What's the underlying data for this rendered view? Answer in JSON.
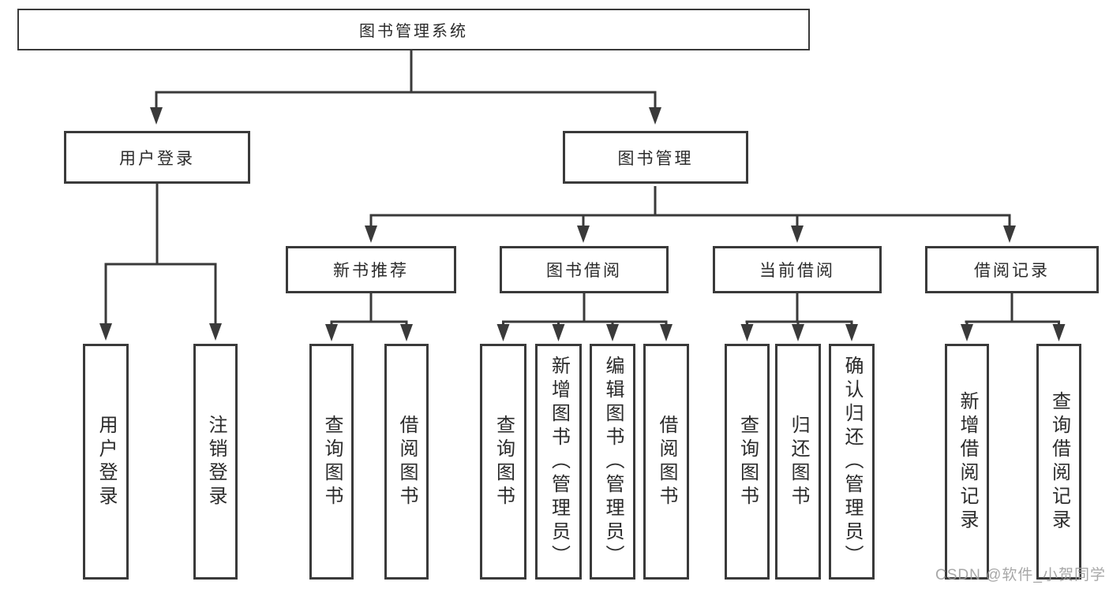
{
  "diagram": {
    "root": "图书管理系统",
    "level2": [
      {
        "label": "用户登录",
        "children": [
          "用户登录",
          "注销登录"
        ]
      },
      {
        "label": "图书管理",
        "children": [
          {
            "label": "新书推荐",
            "children": [
              "查询图书",
              "借阅图书"
            ]
          },
          {
            "label": "图书借阅",
            "children": [
              "查询图书",
              "新增图书（管理员）",
              "编辑图书（管理员）",
              "借阅图书"
            ]
          },
          {
            "label": "当前借阅",
            "children": [
              "查询图书",
              "归还图书",
              "确认归还（管理员）"
            ]
          },
          {
            "label": "借阅记录",
            "children": [
              "新增借阅记录",
              "查询借阅记录"
            ]
          }
        ]
      }
    ],
    "watermark": "CSDN @软件_小贺同学",
    "colors": {
      "line": "#3a3a3a",
      "text": "#2b2b2b",
      "background": "#ffffff",
      "watermark": "#9e9e9e"
    }
  }
}
